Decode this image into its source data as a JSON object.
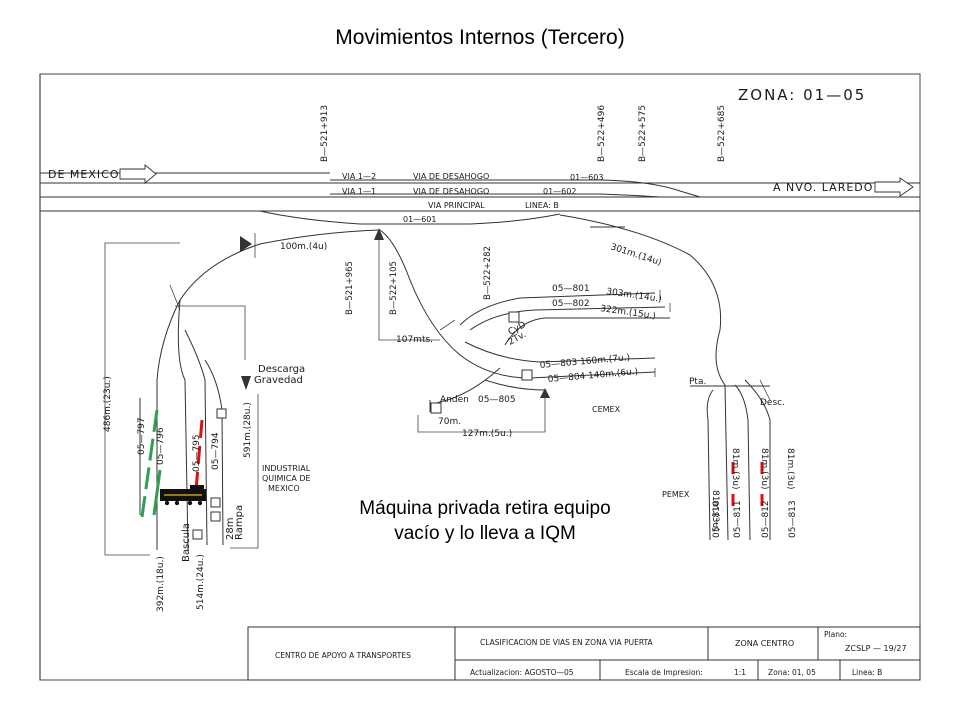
{
  "slide": {
    "title": "Movimientos Internos (Tercero)",
    "caption_lines": [
      "Máquina privada retira equipo",
      "vacío y lo lleva a IQM"
    ]
  },
  "plan": {
    "zone_label": "ZONA: 01—05",
    "from_label": "DE MEXICO",
    "to_label": "A NVO. LAREDO",
    "km_top": [
      "B—521+913",
      "B—522+496",
      "B—522+575",
      "B—522+685"
    ],
    "track_labels": {
      "via_1_2": "VIA 1—2",
      "via_1_1": "VIA 1—1",
      "desahogo_upper": "VIA DE DESAHOGO",
      "desahogo_lower": "VIA DE DESAHOGO",
      "t01_603": "01—603",
      "t01_602": "01—602",
      "via_principal": "VIA PRINCIPAL",
      "linea_b": "LINEA: B",
      "t01_601": "01—601",
      "len_100": "100m.(4u)",
      "len_301": "301m.(14u)",
      "km_521_965": "B—521+965",
      "km_522_105": "B—522+105",
      "km_522_282": "B—522+282",
      "t05_801": "05—801",
      "len_303": "303m.(14u.)",
      "t05_802": "05—802",
      "len_322": "322m.(15u.)",
      "cyd": "CyD",
      "two_tv": "2Tv.",
      "len_107": "107mts.",
      "t05_803": "05—803 160m.(7u.)",
      "t05_804": "05—804 140m.(6u.)",
      "anden": "Anden",
      "t05_805": "05—805",
      "seventy_m": "70m.",
      "len_127": "127m.(5u.)",
      "cemex": "CEMEX",
      "pemex": "PEMEX",
      "pta": "Pta.",
      "desc": "Desc.",
      "descarga": "Descarga",
      "gravedad": "Gravedad",
      "len_486": "486m.(23u.)",
      "t05_797": "05—797",
      "t05_796": "05—796",
      "t05_795": "05—795",
      "t05_794": "05—794",
      "len_591": "591m.(28u.)",
      "industrial_l1": "INDUSTRIAL",
      "industrial_l2": "QUIMICA DE",
      "industrial_l3": "MEXICO",
      "bascula": "Bascula",
      "rampa": "Rampa",
      "twentyeight_m": "28m",
      "len_392": "392m.(18u.)",
      "len_514": "514m.(24u.)",
      "len_81_a": "81m.(3u)",
      "len_81_b": "81m.(3u)",
      "len_81_c": "81m.(3u)",
      "len_81_d": "81m.(3u)",
      "t05_810": "05—810",
      "t05_811": "05—811",
      "t05_812": "05—812",
      "t05_813": "05—813"
    },
    "title_block": {
      "centro": "CENTRO DE APOYO A TRANSPORTES",
      "clasificacion": "CLASIFICACION DE VIAS EN ZONA VIA PUERTA",
      "zona_centro": "ZONA CENTRO",
      "plano_label": "Plano:",
      "plano_value": "ZCSLP — 19/27",
      "actualizacion": "Actualizacion:  AGOSTO—05",
      "escala_label": "Escala de Impresion:",
      "escala_value": "1:1",
      "zona": "Zona:  01, 05",
      "linea": "Linea:  B"
    },
    "colors": {
      "green_track": "#2e9e4f",
      "red_track": "#e01010",
      "loco": "#111111"
    }
  }
}
